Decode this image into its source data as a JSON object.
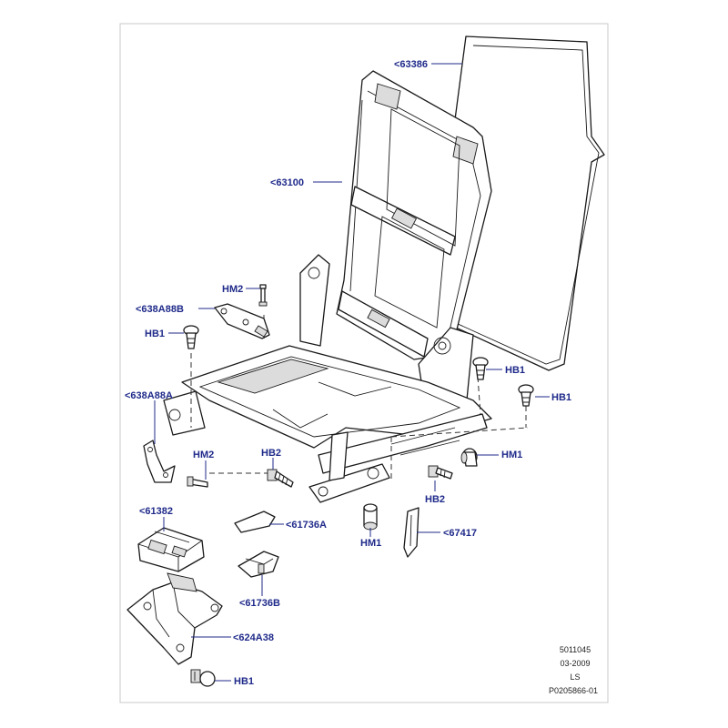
{
  "callouts": {
    "c63386": "<63386",
    "c63100": "<63100",
    "c638A88B": "<638A88B",
    "c638A88A": "<638A88A",
    "c61382": "<61382",
    "c61736A": "<61736A",
    "c61736B": "<61736B",
    "c624A38": "<624A38",
    "c67417": "<67417",
    "hm2_top": "HM2",
    "hm2_left": "HM2",
    "hb1_topleft": "HB1",
    "hb1_right1": "HB1",
    "hb1_right2": "HB1",
    "hb1_bottom": "HB1",
    "hb2_left": "HB2",
    "hb2_right": "HB2",
    "hm1_right": "HM1",
    "hm1_center": "HM1"
  },
  "footer": {
    "line1": "5011045",
    "line2": "03-2009",
    "line3": "LS",
    "line4": "P0205866-01"
  },
  "colors": {
    "label": "#1f2a8a",
    "lines": "#1a1a1a"
  }
}
